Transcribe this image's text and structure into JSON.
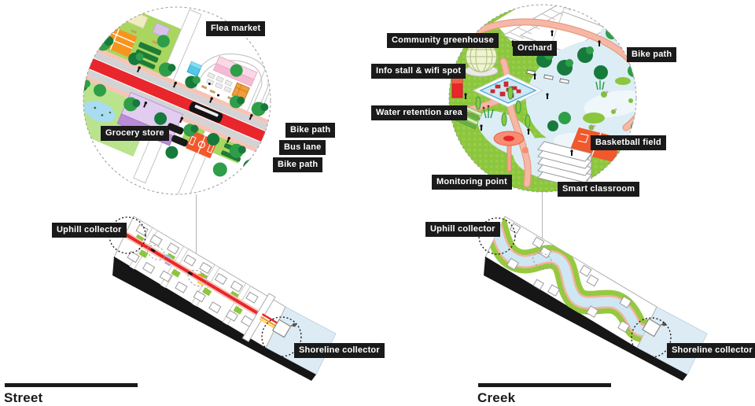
{
  "figure": {
    "type": "urban-design-comparison-diagram",
    "panels": [
      "Street",
      "Creek"
    ]
  },
  "street_panel": {
    "title": "Street",
    "inset_labels": {
      "flea_market": "Flea market",
      "grocery_store": "Grocery store",
      "bike_path_upper": "Bike path",
      "bus_lane": "Bus lane",
      "bike_path_lower": "Bike path"
    },
    "section_labels": {
      "uphill_collector": "Uphill collector",
      "shoreline_collector": "Shoreline collector"
    }
  },
  "creek_panel": {
    "title": "Creek",
    "inset_labels": {
      "community_greenhouse": "Community greenhouse",
      "orchard": "Orchard",
      "bike_path": "Bike path",
      "info_stall": "Info stall & wifi spot",
      "water_retention": "Water retention area",
      "basketball_field": "Basketball field",
      "monitoring_point": "Monitoring point",
      "smart_classroom": "Smart classroom"
    },
    "section_labels": {
      "uphill_collector": "Uphill collector",
      "shoreline_collector": "Shoreline collector"
    }
  },
  "colors": {
    "label_bg": "#1a1a1a",
    "label_text": "#ffffff",
    "street_red": "#e8262c",
    "road_gray": "#d3d3d5",
    "bike_path_pink": "#f6c4b6",
    "lawn_green": "#8cc63e",
    "park_light_green": "#b9e38c",
    "tree_green": "#2f9e48",
    "tree_dark_green": "#177a3d",
    "pond_blue": "#a9dcf2",
    "creek_blue": "#dcedf6",
    "shore_water_blue": "#dcebf4",
    "grocery_purple": "#cfa9e6",
    "flea_market_pink": "#f4bcd4",
    "kiosk_cyan": "#53c7e8",
    "court_orange": "#f1582c",
    "allotment_orange": "#f7941d",
    "path_salmon": "#f5b8a6",
    "wedge_black": "#161616"
  }
}
